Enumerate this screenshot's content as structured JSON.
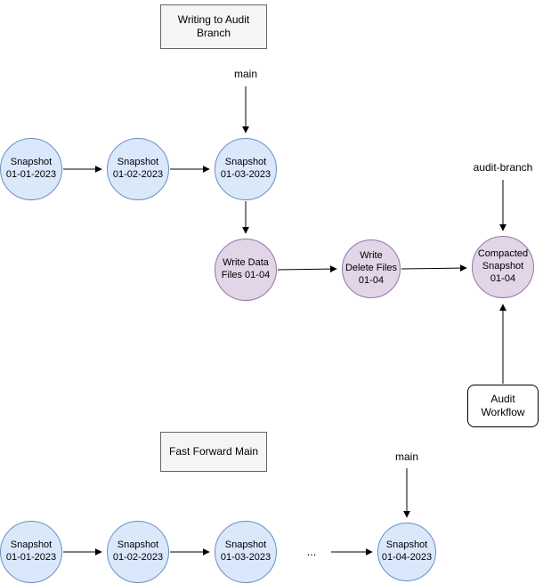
{
  "colors": {
    "snapshot_fill": "#dae8fc",
    "snapshot_border": "#6c8ebf",
    "write_fill": "#e1d5e7",
    "write_border": "#9673a6",
    "box_fill": "#f5f5f5",
    "box_border": "#666666",
    "workflow_fill": "#ffffff",
    "workflow_border": "#000000",
    "edge_color": "#000000"
  },
  "section_audit": {
    "title": "Writing to Audit\nBranch",
    "main_label": "main",
    "audit_branch_label": "audit-branch",
    "audit_workflow_label": "Audit\nWorkflow",
    "nodes": {
      "snap1": "Snapshot\n01-01-2023",
      "snap2": "Snapshot\n01-02-2023",
      "snap3": "Snapshot\n01-03-2023",
      "write_data": "Write Data\nFiles 01-04",
      "write_delete": "Write\nDelete Files\n01-04",
      "compacted": "Compacted\nSnapshot\n01-04"
    }
  },
  "section_ff": {
    "title": "Fast Forward Main",
    "main_label": "main",
    "ellipsis": "...",
    "nodes": {
      "snap1": "Snapshot\n01-01-2023",
      "snap2": "Snapshot\n01-02-2023",
      "snap3": "Snapshot\n01-03-2023",
      "snap4": "Snapshot\n01-04-2023"
    }
  }
}
